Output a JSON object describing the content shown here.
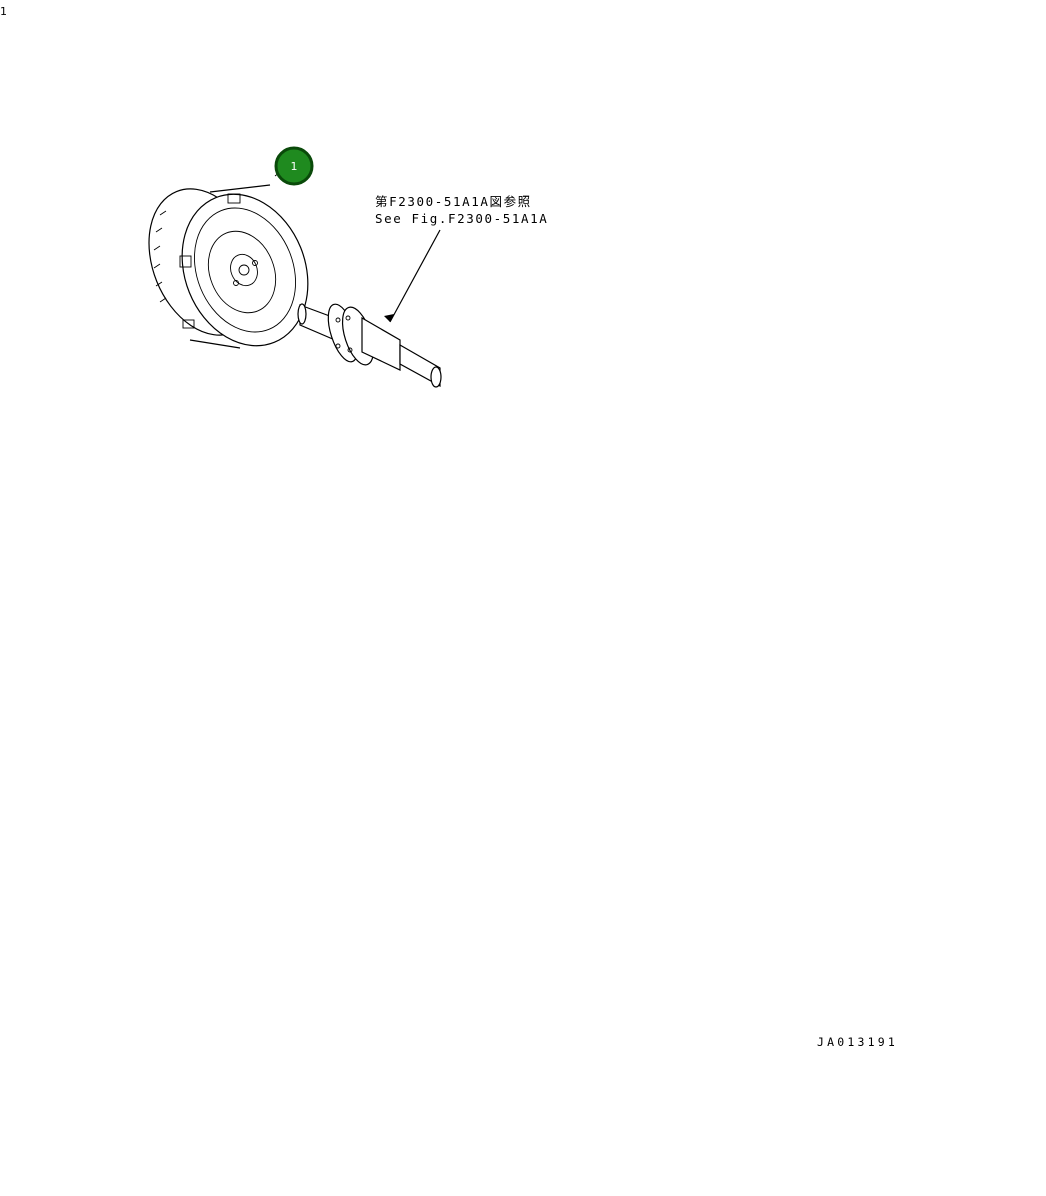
{
  "reference_note": {
    "line_jp": "第F2300-51A1A図参照",
    "line_en": "See Fig.F2300-51A1A"
  },
  "callouts": [
    {
      "label": "1"
    },
    {
      "label": "1"
    }
  ],
  "drawing_id": "JA013191",
  "colors": {
    "callout_fill": "#1f8a1f",
    "callout_border": "#0a4a0a",
    "line": "#000000",
    "background": "#ffffff"
  }
}
